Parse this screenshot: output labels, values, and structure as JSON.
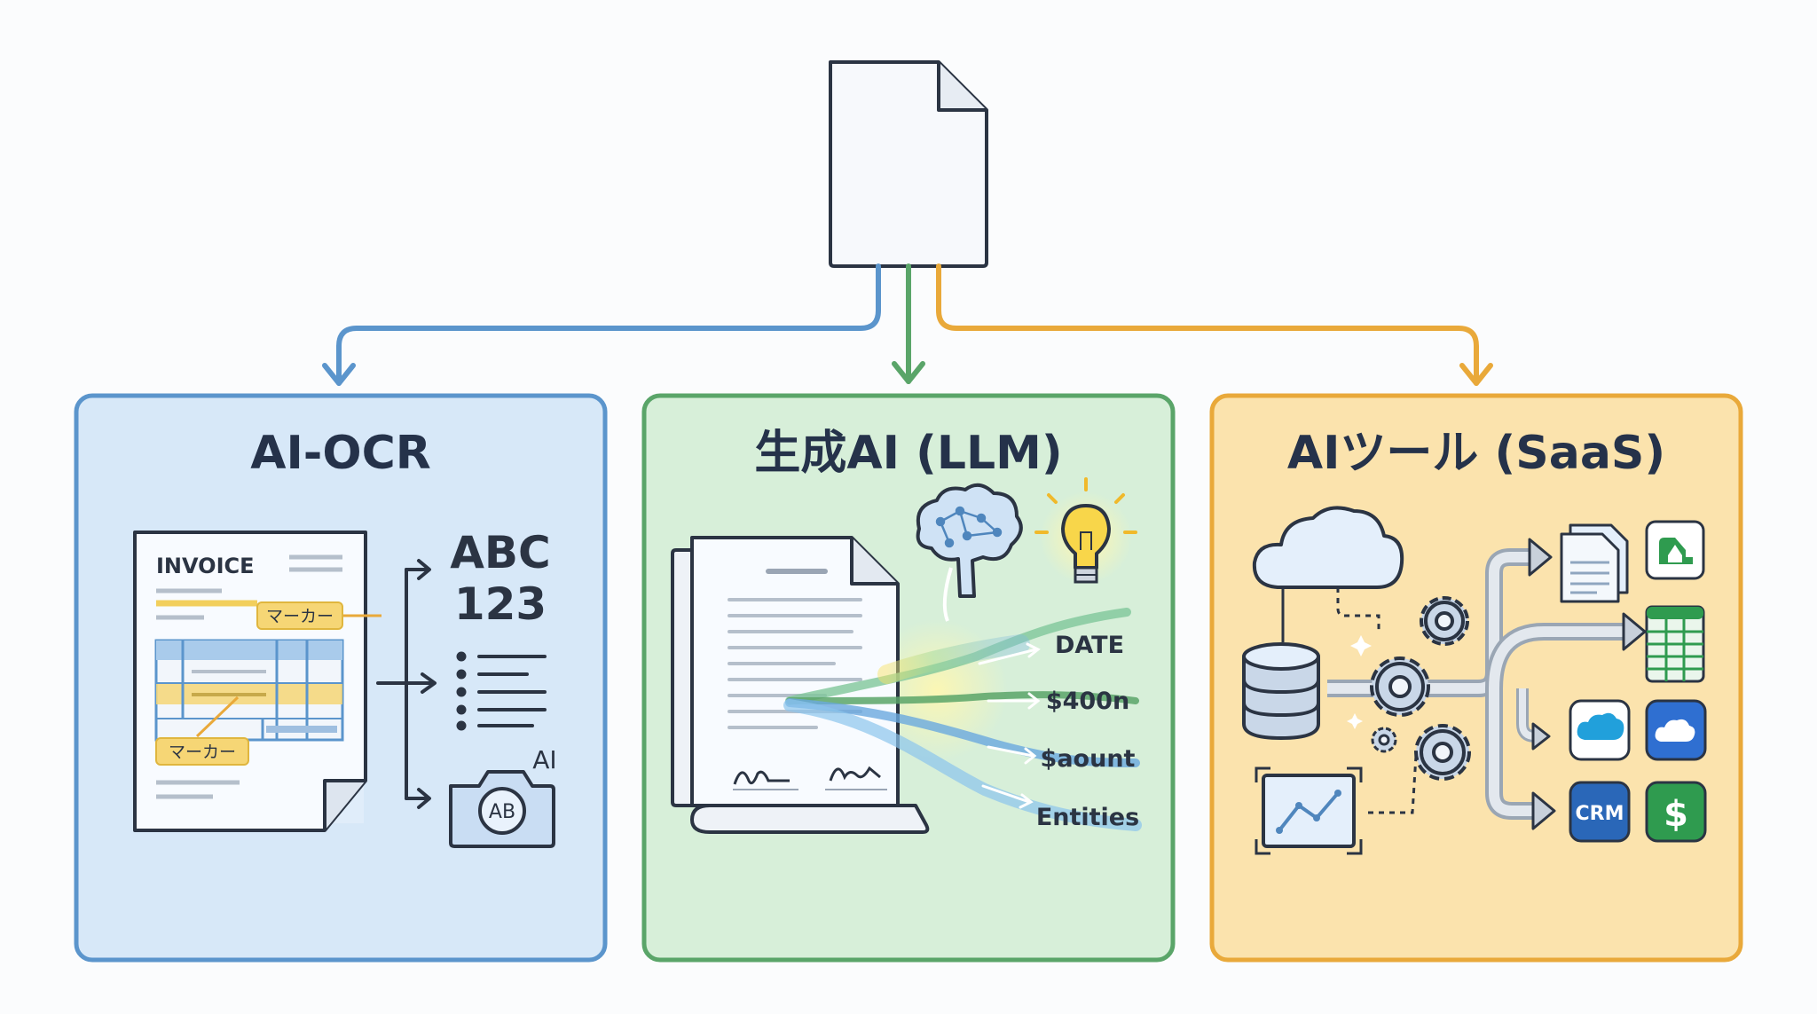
{
  "colors": {
    "blue": "#5b95cc",
    "green": "#5aa569",
    "orange": "#e9a93a",
    "blue_fill": "#d7e8f8",
    "green_fill": "#d7efd9",
    "orange_fill": "#fbe3ad",
    "ink": "#2b3443"
  },
  "panels": {
    "ocr": {
      "title": "AI-OCR",
      "invoice_label": "INVOICE",
      "marker_top": "マーカー",
      "marker_bottom": "マーカー",
      "output_abc": "ABC",
      "output_123": "123",
      "camera_ai": "AI",
      "camera_ab": "AB"
    },
    "llm": {
      "title": "生成AI (LLM)",
      "fields": [
        "DATE",
        "$400n",
        "$aount",
        "Entities"
      ]
    },
    "saas": {
      "title": "AIツール (SaaS)",
      "crm_label": "CRM",
      "dollar_label": "$"
    }
  }
}
